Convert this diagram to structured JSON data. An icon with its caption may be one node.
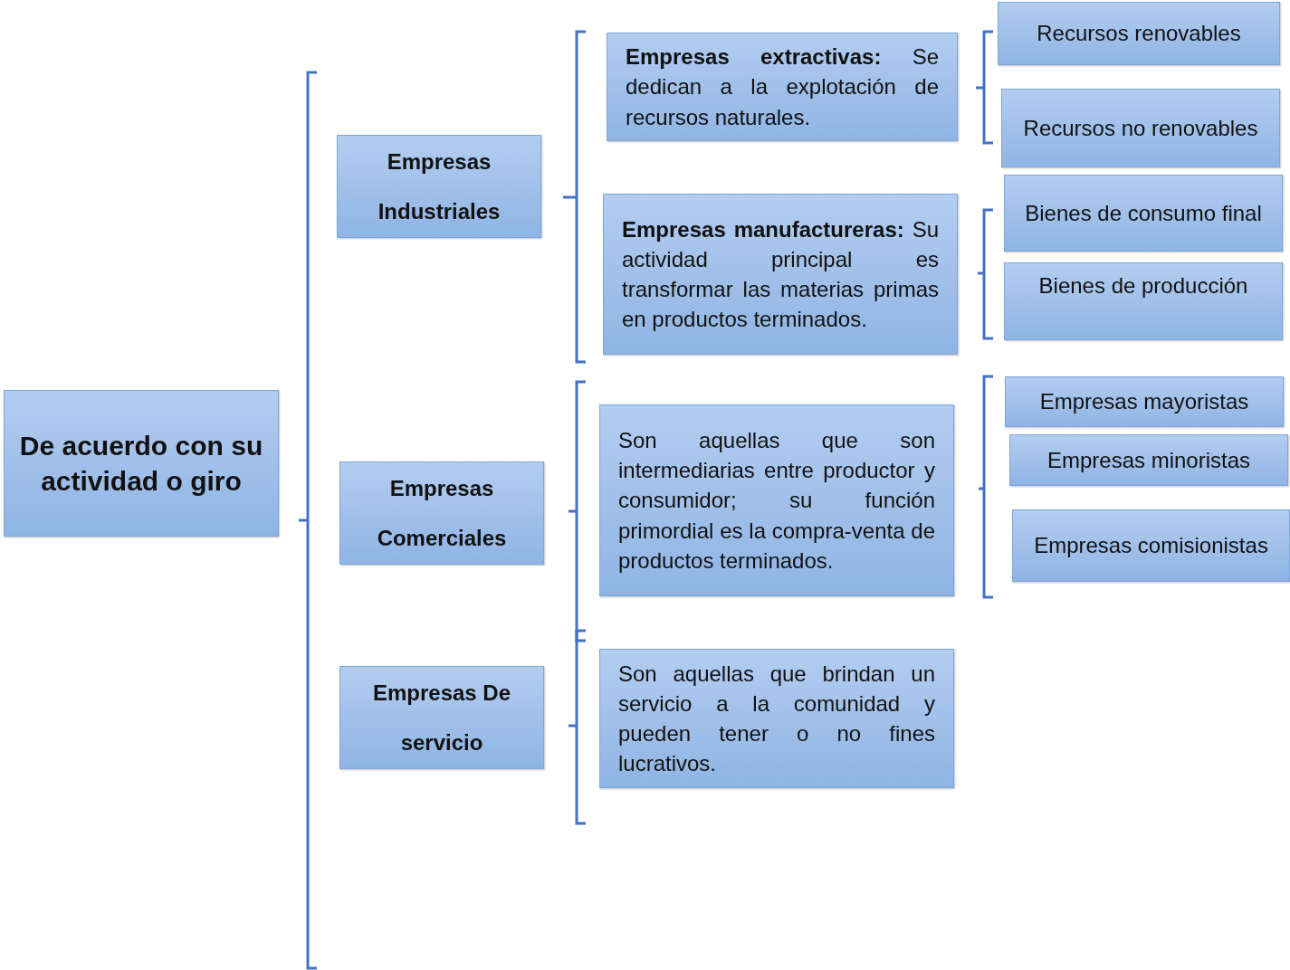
{
  "diagram": {
    "nodes": [
      {
        "text": [
          "De acuerdo con su actividad o giro"
        ]
      },
      {
        "text": [
          "Empresas Industriales"
        ]
      },
      {
        "text": [
          "**Empresas extractivas:** Se dedican a la explotación de recursos naturales."
        ]
      },
      {
        "text": [
          "Recursos renovables"
        ]
      },
      {
        "text": [
          "Recursos no renovables"
        ]
      },
      {
        "text": [
          "**Empresas manufactureras:** Su actividad principal es transformar las materias primas en productos terminados."
        ]
      },
      {
        "text": [
          "Bienes de consumo final"
        ]
      },
      {
        "text": [
          "Bienes de producción"
        ]
      },
      {
        "text": [
          "Empresas Comerciales"
        ]
      },
      {
        "text": [
          "Son aquellas que son intermediarias entre productor y consumidor; su función primordial es la compra-venta de productos terminados."
        ]
      },
      {
        "text": [
          "Empresas mayoristas"
        ]
      },
      {
        "text": [
          "Empresas minoristas"
        ]
      },
      {
        "text": [
          "Empresas comisionistas"
        ]
      },
      {
        "text": [
          "Empresas De servicio"
        ]
      },
      {
        "text": [
          "Son aquellas que brindan un servicio a la comunidad y pueden tener o no fines lucrativos."
        ]
      }
    ]
  }
}
